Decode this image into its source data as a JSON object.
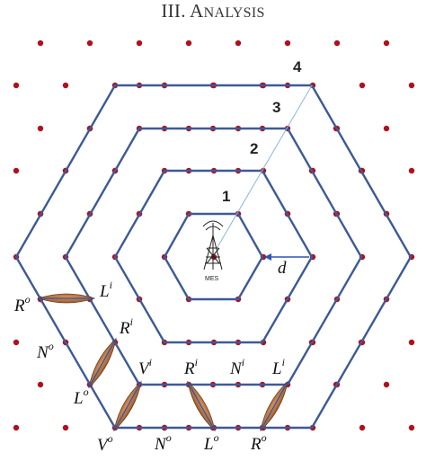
{
  "section_heading": {
    "numeral": "III.",
    "first_letter": "A",
    "rest": "NALYSIS"
  },
  "diagram": {
    "ring_labels": [
      "1",
      "2",
      "3",
      "4"
    ],
    "center_label": "MES",
    "distance_label": "d",
    "colors": {
      "ring_line": "#3d5a96",
      "node": "#b0101e",
      "ellipse": "#b5703c",
      "arrow": "#2f55b0",
      "radial_line": "#8fb4dc"
    },
    "segment_labels": [
      {
        "id": "L-i-left",
        "base": "L",
        "sup": "i"
      },
      {
        "id": "R-o-left",
        "base": "R",
        "sup": "o"
      },
      {
        "id": "R-i-left",
        "base": "R",
        "sup": "i"
      },
      {
        "id": "N-o-left",
        "base": "N",
        "sup": "o"
      },
      {
        "id": "L-o-left",
        "base": "L",
        "sup": "o"
      },
      {
        "id": "V-i",
        "base": "V",
        "sup": "i"
      },
      {
        "id": "R-i-bottom",
        "base": "R",
        "sup": "i"
      },
      {
        "id": "N-i",
        "base": "N",
        "sup": "i"
      },
      {
        "id": "L-i-bottom",
        "base": "L",
        "sup": "i"
      },
      {
        "id": "V-o",
        "base": "V",
        "sup": "o"
      },
      {
        "id": "N-o-bottom",
        "base": "N",
        "sup": "o"
      },
      {
        "id": "L-o-bottom",
        "base": "L",
        "sup": "o"
      },
      {
        "id": "R-o-bottom",
        "base": "R",
        "sup": "o"
      }
    ]
  }
}
